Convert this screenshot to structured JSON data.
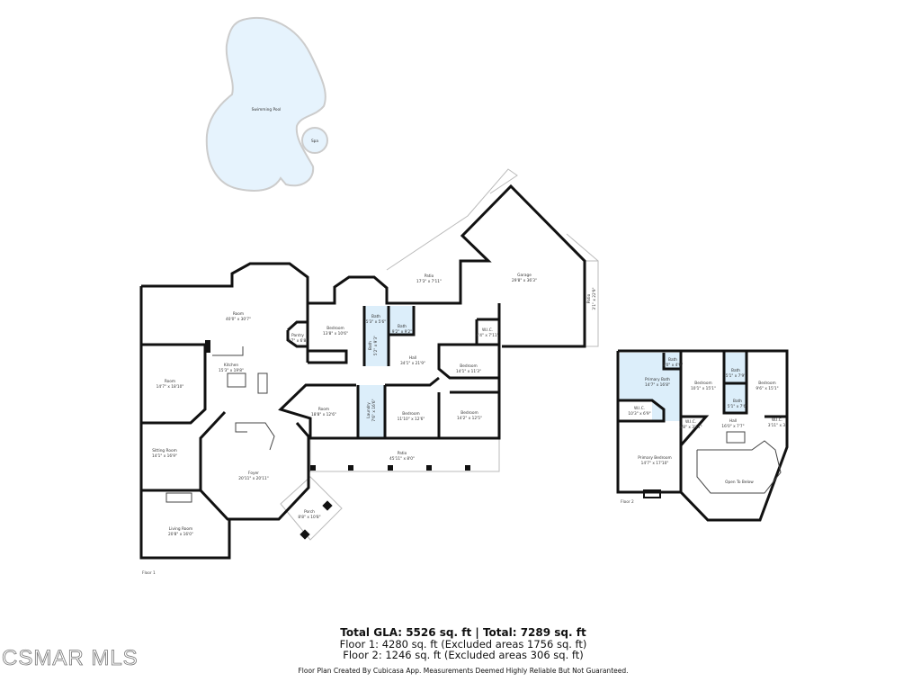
{
  "logo": "CSMAR MLS",
  "summary": {
    "total": "Total GLA: 5526 sq. ft | Total: 7289 sq. ft",
    "floor1": "Floor 1: 4280 sq. ft (Excluded areas 1756 sq. ft)",
    "floor2": "Floor 2: 1246 sq. ft (Excluded areas 306 sq. ft)",
    "credit": "Floor Plan Created By Cubicasa App. Measurements Deemed Highly Reliable But Not Guaranteed."
  },
  "outdoor": {
    "pool": "Swimming Pool",
    "spa": "Spa"
  },
  "floor1": {
    "label": "Floor 1",
    "rooms": [
      {
        "name": "Room",
        "dims": "40'0\" x 30'7\""
      },
      {
        "name": "Pantry",
        "dims": "4'7\" x 6'8\""
      },
      {
        "name": "Bedroom",
        "dims": "13'8\" x 10'6\""
      },
      {
        "name": "Bath",
        "dims": "5'3\" x 5'6\""
      },
      {
        "name": "Bath",
        "dims": "5'2\" x 9'3\""
      },
      {
        "name": "Bath",
        "dims": "9'2\" x 9'2\""
      },
      {
        "name": "Kitchen",
        "dims": "15'3\" x 19'8\""
      },
      {
        "name": "Room",
        "dims": "14'7\" x 18'10\""
      },
      {
        "name": "Hall",
        "dims": "34'1\" x 21'9\""
      },
      {
        "name": "W.I.C.",
        "dims": "4'4\" x 7'11\""
      },
      {
        "name": "Bedroom",
        "dims": "14'1\" x 11'3\""
      },
      {
        "name": "Room",
        "dims": "18'8\" x 12'6\""
      },
      {
        "name": "Laundry",
        "dims": "7'6\" x 16'6\""
      },
      {
        "name": "Bedroom",
        "dims": "11'10\" x 12'6\""
      },
      {
        "name": "Bedroom",
        "dims": "14'2\" x 12'5\""
      },
      {
        "name": "Patio",
        "dims": "45'11\" x 8'0\""
      },
      {
        "name": "Sitting Room",
        "dims": "14'1\" x 16'9\""
      },
      {
        "name": "Foyer",
        "dims": "20'11\" x 20'11\""
      },
      {
        "name": "Porch",
        "dims": "8'8\" x 10'8\""
      },
      {
        "name": "Living Room",
        "dims": "20'8\" x 16'0\""
      },
      {
        "name": "Patio",
        "dims": "17'3\" x 7'11\""
      },
      {
        "name": "Garage",
        "dims": "29'8\" x 36'3\""
      },
      {
        "name": "Patio",
        "dims": "3'1\" x 22'9\""
      }
    ]
  },
  "floor2": {
    "label": "Floor 2",
    "rooms": [
      {
        "name": "Primary Bath",
        "dims": "14'7\" x 16'8\""
      },
      {
        "name": "Bath",
        "dims": "3'0\" x 4'9\""
      },
      {
        "name": "Bedroom",
        "dims": "10'1\" x 15'1\""
      },
      {
        "name": "Bath",
        "dims": "5'1\" x 7'9\""
      },
      {
        "name": "Bath",
        "dims": "5'1\" x 7'6\""
      },
      {
        "name": "Bedroom",
        "dims": "9'6\" x 15'1\""
      },
      {
        "name": "W.I.C.",
        "dims": "10'3\" x 6'9\""
      },
      {
        "name": "W.I.C.",
        "dims": "4'8\" x 3'11\""
      },
      {
        "name": "Hall",
        "dims": "16'0\" x 7'7\""
      },
      {
        "name": "W.I.C.",
        "dims": "3'11\" x 3'"
      },
      {
        "name": "Primary Bedroom",
        "dims": "14'7\" x 17'10\""
      },
      {
        "name": "Open To Below",
        "dims": ""
      }
    ]
  }
}
